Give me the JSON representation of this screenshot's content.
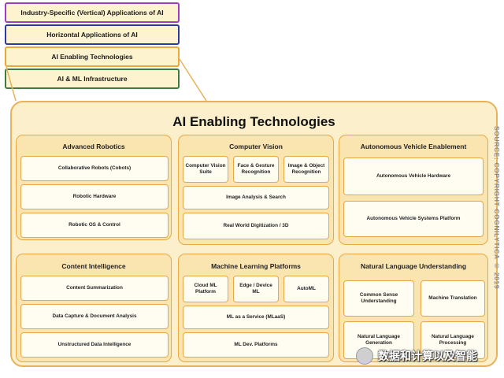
{
  "stack": {
    "layers": [
      "Industry-Specific (Vertical) Applications of AI",
      "Horizontal Applications of AI",
      "AI Enabling Technologies",
      "AI & ML Infrastructure"
    ]
  },
  "main": {
    "title": "AI Enabling Technologies",
    "groups": [
      {
        "title": "Advanced Robotics",
        "items": [
          "Collaborative Robots (Cobots)",
          "Robotic Hardware",
          "Robotic OS & Control"
        ]
      },
      {
        "title": "Computer Vision",
        "items": [
          "Computer Vision Suite",
          "Face & Gesture Recognition",
          "Image & Object Recognition",
          "Image Analysis & Search",
          "Real World Digitization / 3D"
        ]
      },
      {
        "title": "Autonomous Vehicle Enablement",
        "items": [
          "Autonomous Vehicle Hardware",
          "Autonomous Vehicle Systems Platform"
        ]
      },
      {
        "title": "Content Intelligence",
        "items": [
          "Content Summarization",
          "Data Capture & Document Analysis",
          "Unstructured Data Intelligence"
        ]
      },
      {
        "title": "Machine Learning Platforms",
        "items": [
          "Cloud ML Platform",
          "Edge / Device ML",
          "AutoML",
          "ML as a Service (MLaaS)",
          "ML Dev. Platforms"
        ]
      },
      {
        "title": "Natural Language Understanding",
        "items": [
          "Common Sense Understanding",
          "Machine Translation",
          "Natural Language Generation",
          "Natural Language Processing"
        ]
      }
    ]
  },
  "copyright": "SOURCE: COPYRIGHT COGNILYTICA © 2019",
  "watermark": {
    "text": "数据和计算以及智能"
  },
  "colors": {
    "layer_vertical": "#9b3fbf",
    "layer_horizontal": "#2b3a9e",
    "layer_enabling": "#e9a83a",
    "layer_infrastructure": "#3f7a3f",
    "panel_border": "#e7b35a",
    "panel_fill": "#fbf0cb"
  }
}
